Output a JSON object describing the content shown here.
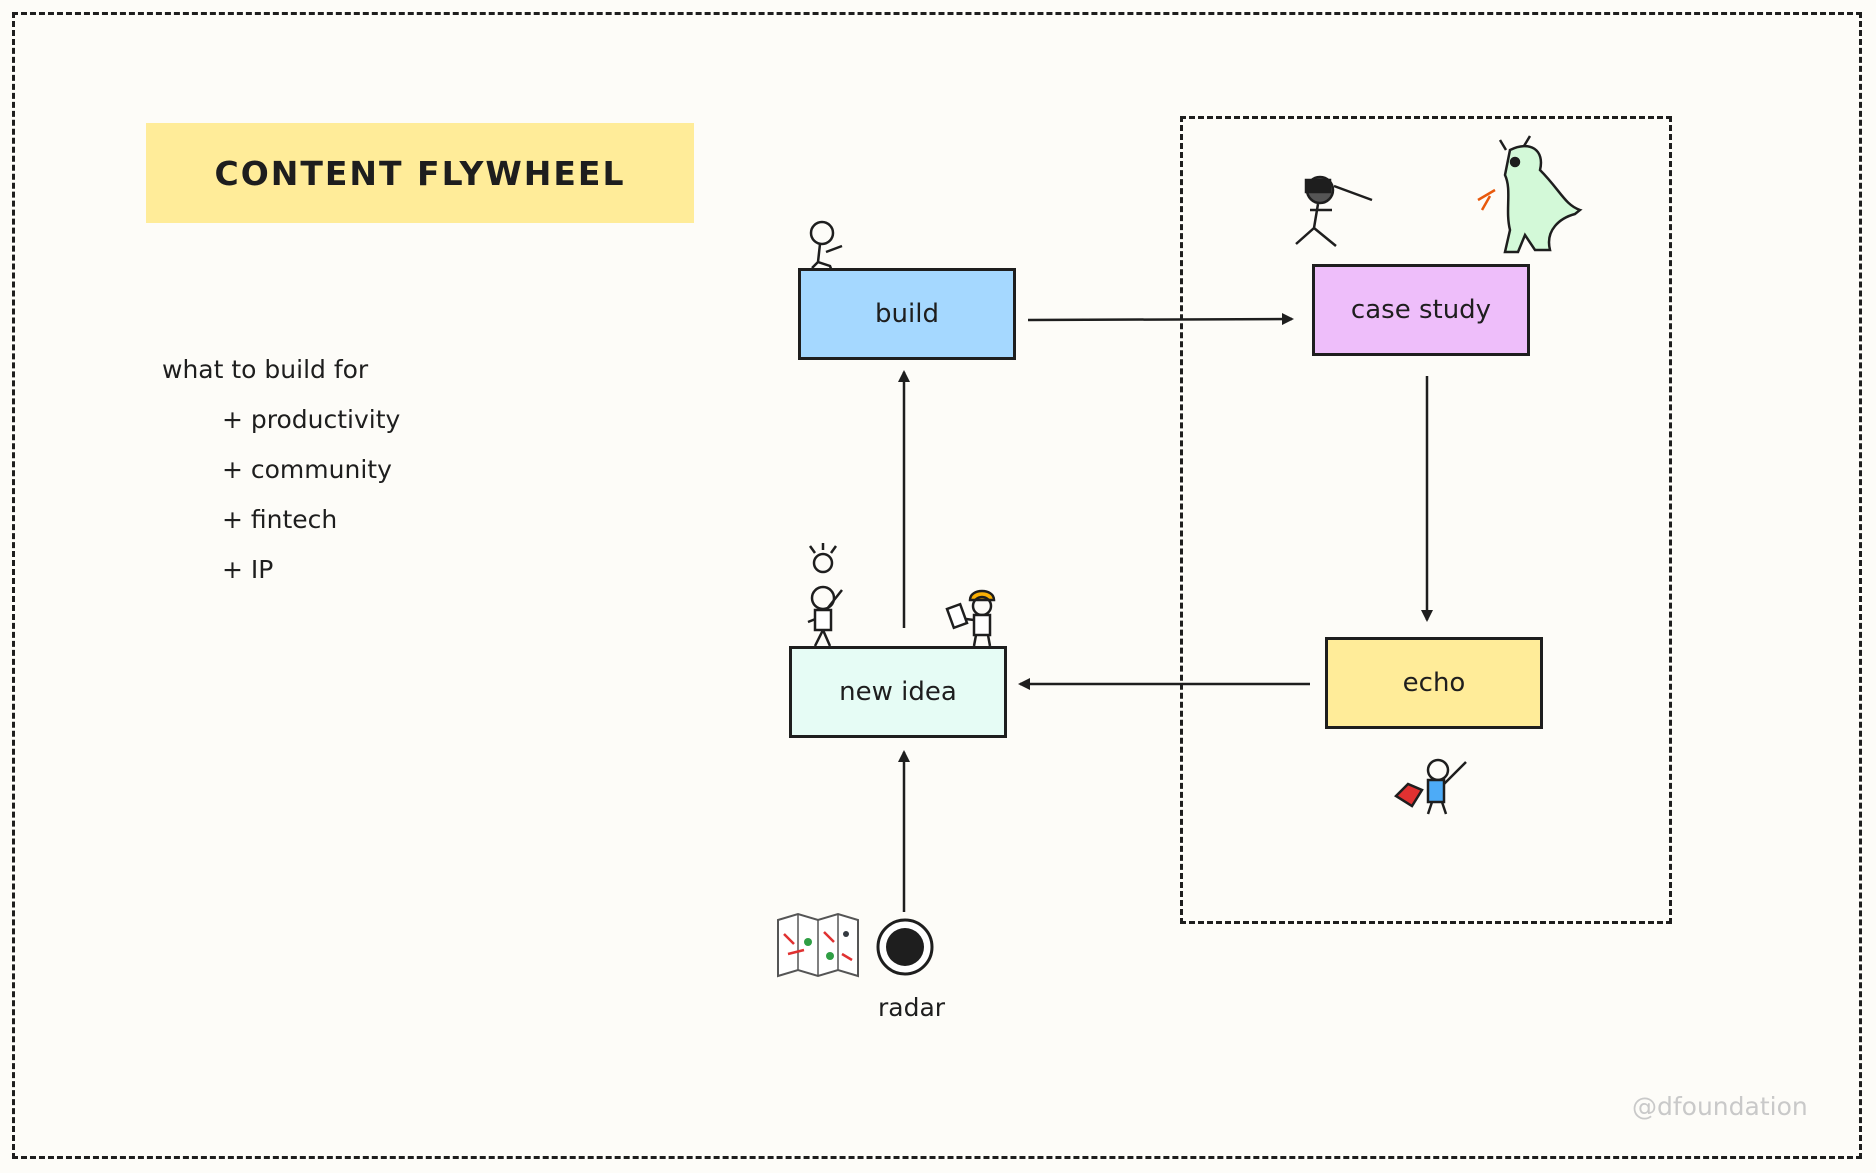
{
  "title": "CONTENT FLYWHEEL",
  "notes": {
    "heading": "what to build for",
    "items": [
      "+ productivity",
      "+ community",
      "+ fintech",
      "+ IP"
    ]
  },
  "nodes": {
    "build": "build",
    "case_study": "case study",
    "echo": "echo",
    "new_idea": "new idea",
    "radar": "radar"
  },
  "watermark": "@dfoundation",
  "colors": {
    "title_bg": "#ffec99",
    "build_bg": "#a5d8ff",
    "case_study_bg": "#eebefa",
    "echo_bg": "#ffec99",
    "new_idea_bg": "#e6fcf5",
    "stroke": "#1e1e1e"
  },
  "icons": [
    "sitting-figure-icon",
    "photographer-figure-icon",
    "dragon-icon",
    "lightbulb-figure-icon",
    "hardhat-figure-icon",
    "superhero-figure-icon",
    "map-icon",
    "radar-target-icon"
  ]
}
